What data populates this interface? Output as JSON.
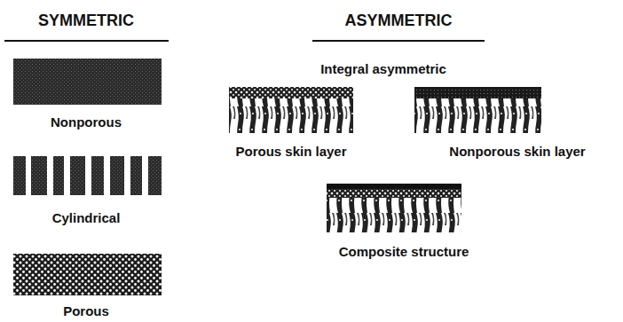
{
  "diagram": {
    "labels": [
      "SYMMETRIC",
      "ASYMMETRIC",
      "Nonporous",
      "Cylindrical",
      "Porous",
      "Integral asymmetric",
      "Porous skin layer",
      "Nonporous skin layer",
      "Composite structure"
    ]
  }
}
